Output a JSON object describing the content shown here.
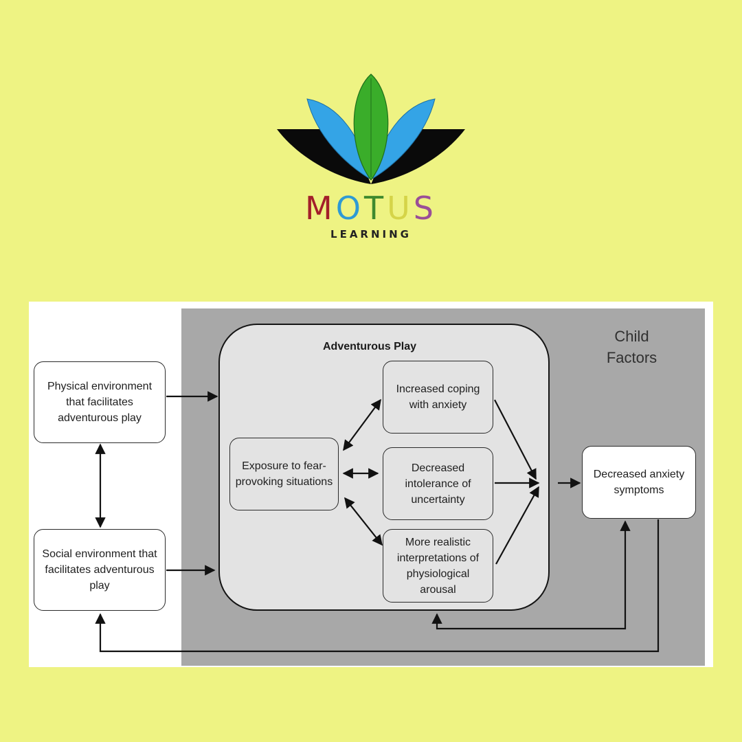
{
  "brand": {
    "letters": [
      {
        "char": "M",
        "color": "#a31f2a"
      },
      {
        "char": "O",
        "color": "#2e9ad4"
      },
      {
        "char": "T",
        "color": "#3f8a2e"
      },
      {
        "char": "U",
        "color": "#d5d448"
      },
      {
        "char": "S",
        "color": "#9a4e97"
      }
    ],
    "subtitle": "LEARNING",
    "logo_icon": "lotus-leaves-logo",
    "colors": {
      "leaf_green": "#3aad2a",
      "leaf_blue": "#2e9ad4",
      "base_black": "#0a0a0a"
    }
  },
  "diagram": {
    "group_label": "Child\nFactors",
    "container_title": "Adventurous Play",
    "nodes": {
      "physical_env": "Physical environment that facilitates adventurous play",
      "social_env": "Social environment that facilitates adventurous play",
      "exposure": "Exposure to fear-provoking situations",
      "coping": "Increased coping with anxiety",
      "intolerance": "Decreased intolerance of uncertainty",
      "interpretations": "More realistic interpretations of physiological arousal",
      "outcome": "Decreased anxiety symptoms"
    }
  }
}
